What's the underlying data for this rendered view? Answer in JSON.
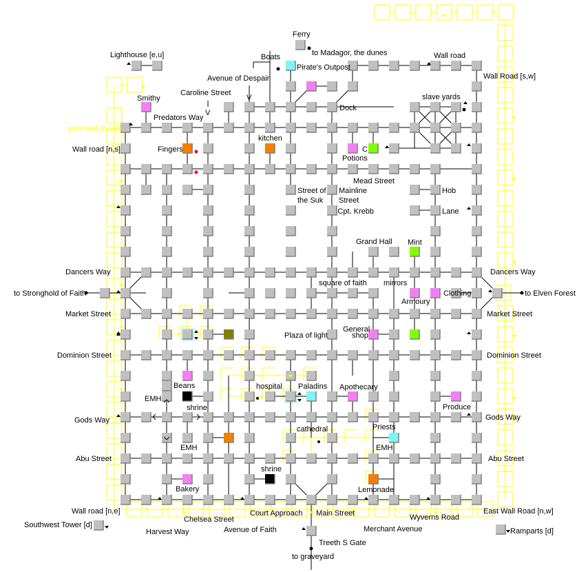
{
  "map": {
    "title": "Treeth city map",
    "colors": {
      "room": "#c0c0c0",
      "room_shadow": "#808080",
      "road": "#000000",
      "wall_route": "#ffff00",
      "shop": "#f47ff4",
      "bar": "#f47f00",
      "special": "#7fff00",
      "guild": "#7ff4f4",
      "shrine": "#000000",
      "olive": "#808000",
      "npc_dot": "#ff0000"
    },
    "labels": [
      {
        "id": "ferry",
        "text": "Ferry"
      },
      {
        "id": "madagor",
        "text": "to Madagor, the dunes"
      },
      {
        "id": "lighthouse",
        "text": "Lighthouse [e,u]"
      },
      {
        "id": "boats",
        "text": "Boats"
      },
      {
        "id": "pirates",
        "text": "Pirate's Outpost"
      },
      {
        "id": "wallroad_top",
        "text": "Wall road"
      },
      {
        "id": "wallroad_sw",
        "text": "Wall Road [s,w]"
      },
      {
        "id": "despair",
        "text": "Avenue of Despair"
      },
      {
        "id": "despair_v",
        "text": "V"
      },
      {
        "id": "caroline",
        "text": "Caroline Street"
      },
      {
        "id": "caroline_v",
        "text": "V"
      },
      {
        "id": "smithy",
        "text": "Smithy"
      },
      {
        "id": "predators",
        "text": "Predators Way"
      },
      {
        "id": "dock",
        "text": "Dock"
      },
      {
        "id": "slaveyards",
        "text": "slave yards"
      },
      {
        "id": "westwall",
        "text": "west wall [n,s,d]"
      },
      {
        "id": "wallroad_ns",
        "text": "Wall road [n,s]"
      },
      {
        "id": "fingers",
        "text": "Fingers"
      },
      {
        "id": "kitchen",
        "text": "kitchen"
      },
      {
        "id": "potions",
        "text": "Potions"
      },
      {
        "id": "c",
        "text": "C"
      },
      {
        "id": "mead",
        "text": "Mead Street"
      },
      {
        "id": "suk1",
        "text": "Street of"
      },
      {
        "id": "suk2",
        "text": "the Suk"
      },
      {
        "id": "mainline1",
        "text": "Mainline"
      },
      {
        "id": "mainline2",
        "text": "Street"
      },
      {
        "id": "hob",
        "text": "Hob"
      },
      {
        "id": "krebb",
        "text": "Cpt. Krebb"
      },
      {
        "id": "lane",
        "text": "Lane"
      },
      {
        "id": "grandhall",
        "text": "Grand Hall"
      },
      {
        "id": "mint",
        "text": "Mint"
      },
      {
        "id": "dancers_w",
        "text": "Dancers Way"
      },
      {
        "id": "dancers_e",
        "text": "Dancers Way"
      },
      {
        "id": "stronghold",
        "text": "to Stronghold of Faith"
      },
      {
        "id": "elven",
        "text": "to Elven Forest"
      },
      {
        "id": "squarefaith",
        "text": "square of faith"
      },
      {
        "id": "mirrors",
        "text": "mirrors"
      },
      {
        "id": "armoury",
        "text": "Armoury"
      },
      {
        "id": "clothing",
        "text": "Clothing"
      },
      {
        "id": "market_w",
        "text": "Market Street"
      },
      {
        "id": "market_e",
        "text": "Market Street"
      },
      {
        "id": "plaza",
        "text": "Plaza of light"
      },
      {
        "id": "general1",
        "text": "General"
      },
      {
        "id": "general2",
        "text": "shop"
      },
      {
        "id": "dominion_w",
        "text": "Dominion Street"
      },
      {
        "id": "dominion_e",
        "text": "Dominion Street"
      },
      {
        "id": "beans",
        "text": "Beans"
      },
      {
        "id": "emh1",
        "text": "EMH"
      },
      {
        "id": "shrine1",
        "text": "shrine"
      },
      {
        "id": "hospital",
        "text": "hospital"
      },
      {
        "id": "paladins",
        "text": "Paladins"
      },
      {
        "id": "apothecary",
        "text": "Apothecary"
      },
      {
        "id": "produce",
        "text": "Produce"
      },
      {
        "id": "godsway_w",
        "text": "Gods Way"
      },
      {
        "id": "godsway_e",
        "text": "Gods Way"
      },
      {
        "id": "cathedral",
        "text": "cathedral"
      },
      {
        "id": "priests",
        "text": "Priests"
      },
      {
        "id": "emh2",
        "text": "EMH"
      },
      {
        "id": "emh3",
        "text": "EMH"
      },
      {
        "id": "abu_w",
        "text": "Abu Street"
      },
      {
        "id": "abu_e",
        "text": "Abu Street"
      },
      {
        "id": "shrine2",
        "text": "shrine"
      },
      {
        "id": "bakery",
        "text": "Bakery"
      },
      {
        "id": "lemonade",
        "text": "Lemonade"
      },
      {
        "id": "wallroad_ne",
        "text": "Wall road [n,e]"
      },
      {
        "id": "chelsea",
        "text": "Chelsea Street"
      },
      {
        "id": "court",
        "text": "Court Approach"
      },
      {
        "id": "mainst",
        "text": "Main Street"
      },
      {
        "id": "wyverns",
        "text": "Wyverns Road"
      },
      {
        "id": "eastwall",
        "text": "East Wall Road [n,w]"
      },
      {
        "id": "swtower",
        "text": "Southwest Tower [d]"
      },
      {
        "id": "harvest",
        "text": "Harvest Way"
      },
      {
        "id": "avefaith",
        "text": "Avenue of Faith"
      },
      {
        "id": "merchant",
        "text": "Merchant Avenue"
      },
      {
        "id": "ramparts",
        "text": "Ramparts [d]"
      },
      {
        "id": "sgate",
        "text": "Treeth S Gate"
      },
      {
        "id": "graveyard",
        "text": "to graveyard"
      }
    ]
  }
}
